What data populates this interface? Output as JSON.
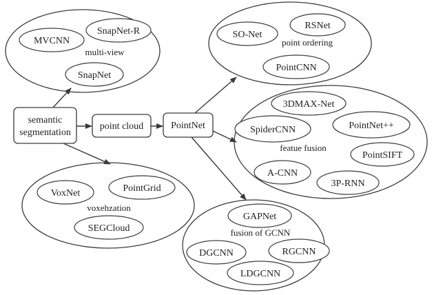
{
  "center": {
    "semantic_line1": "semantic",
    "semantic_line2": "segmentation",
    "point_cloud": "point cloud",
    "pointnet": "PointNet"
  },
  "multi_view": {
    "label": "multi-view",
    "methods": [
      "MVCNN",
      "SnapNet-R",
      "SnapNet"
    ]
  },
  "voxelization": {
    "label": "voxehzation",
    "methods": [
      "VoxNet",
      "PointGrid",
      "SEGCloud"
    ]
  },
  "point_ordering": {
    "label": "point ordering",
    "methods": [
      "SO-Net",
      "RSNet",
      "PointCNN"
    ]
  },
  "feature_fusion": {
    "label": "featue fusion",
    "methods": [
      "3DMAX-Net",
      "SpiderCNN",
      "PointNet++",
      "PointSIFT",
      "A-CNN",
      "3P-RNN"
    ]
  },
  "gcnn_fusion": {
    "label": "fusion of GCNN",
    "methods": [
      "GAPNet",
      "DGCNN",
      "RGCNN",
      "LDGCNN"
    ]
  }
}
